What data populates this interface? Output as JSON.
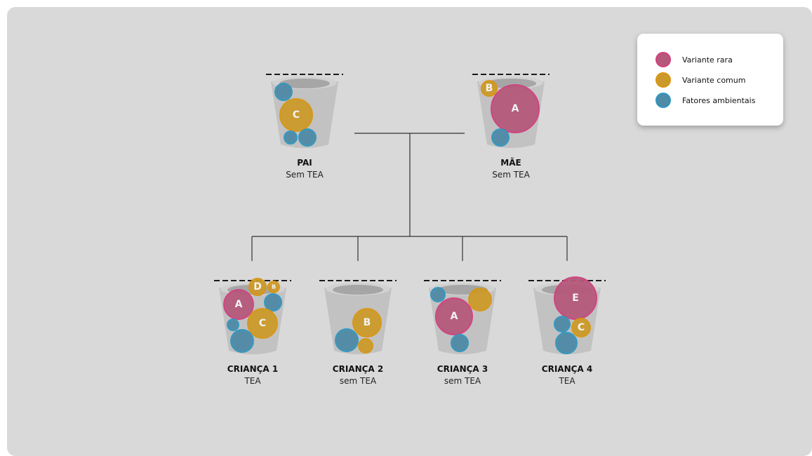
{
  "colors": {
    "variante_rara": "#b5597a",
    "variante_rara_border": "#d23f80",
    "variante_comum": "#cc9a2a",
    "variante_comum_border": "#d89612",
    "fatores_ambientais": "#4f8aa6",
    "fatores_ambientais_border": "#2f97c0",
    "bucket": "#c2c2c2",
    "bucket_inner": "#a6a6a6"
  },
  "legend": [
    {
      "label": "Variante rara",
      "color_key": "variante_rara"
    },
    {
      "label": "Variante comum",
      "color_key": "variante_comum"
    },
    {
      "label": "Fatores ambientais",
      "color_key": "fatores_ambientais"
    }
  ],
  "individuals": [
    {
      "id": "pai",
      "title": "PAI",
      "status": "Sem TEA",
      "factors": [
        {
          "type": "fatores_ambientais",
          "label": ""
        },
        {
          "type": "variante_comum",
          "label": "C"
        },
        {
          "type": "fatores_ambientais",
          "label": ""
        },
        {
          "type": "fatores_ambientais",
          "label": ""
        }
      ]
    },
    {
      "id": "mae",
      "title": "MÃE",
      "status": "Sem TEA",
      "factors": [
        {
          "type": "variante_comum",
          "label": "B"
        },
        {
          "type": "variante_rara",
          "label": "A"
        },
        {
          "type": "fatores_ambientais",
          "label": ""
        }
      ]
    },
    {
      "id": "crianca1",
      "title": "CRIANÇA 1",
      "status": "TEA",
      "factors": [
        {
          "type": "variante_comum",
          "label": "D"
        },
        {
          "type": "variante_comum",
          "label": "B"
        },
        {
          "type": "variante_rara",
          "label": "A"
        },
        {
          "type": "fatores_ambientais",
          "label": ""
        },
        {
          "type": "variante_comum",
          "label": "C"
        },
        {
          "type": "fatores_ambientais",
          "label": ""
        },
        {
          "type": "fatores_ambientais",
          "label": ""
        }
      ]
    },
    {
      "id": "crianca2",
      "title": "CRIANÇA 2",
      "status": "sem TEA",
      "factors": [
        {
          "type": "variante_comum",
          "label": "B"
        },
        {
          "type": "fatores_ambientais",
          "label": ""
        },
        {
          "type": "variante_comum",
          "label": ""
        }
      ]
    },
    {
      "id": "crianca3",
      "title": "CRIANÇA 3",
      "status": "sem TEA",
      "factors": [
        {
          "type": "fatores_ambientais",
          "label": ""
        },
        {
          "type": "variante_comum",
          "label": ""
        },
        {
          "type": "variante_rara",
          "label": "A"
        },
        {
          "type": "fatores_ambientais",
          "label": ""
        }
      ]
    },
    {
      "id": "crianca4",
      "title": "CRIANÇA 4",
      "status": "TEA",
      "factors": [
        {
          "type": "variante_rara",
          "label": "E"
        },
        {
          "type": "fatores_ambientais",
          "label": ""
        },
        {
          "type": "variante_comum",
          "label": "C"
        },
        {
          "type": "fatores_ambientais",
          "label": ""
        }
      ]
    }
  ]
}
